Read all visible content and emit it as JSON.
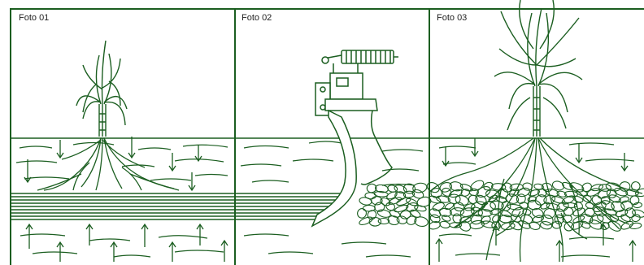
{
  "colors": {
    "ink": "#1b5e20",
    "frame": "#1b5e20",
    "text": "#1f1f1f",
    "background": "#ffffff"
  },
  "panels": [
    {
      "label": "Foto 01",
      "depicts": "plant-with-compacted-soil-layer"
    },
    {
      "label": "Foto 02",
      "depicts": "subsoiler-ripping-shank"
    },
    {
      "label": "Foto 03",
      "depicts": "plant-with-deep-roots-after-subsoiling"
    }
  ]
}
